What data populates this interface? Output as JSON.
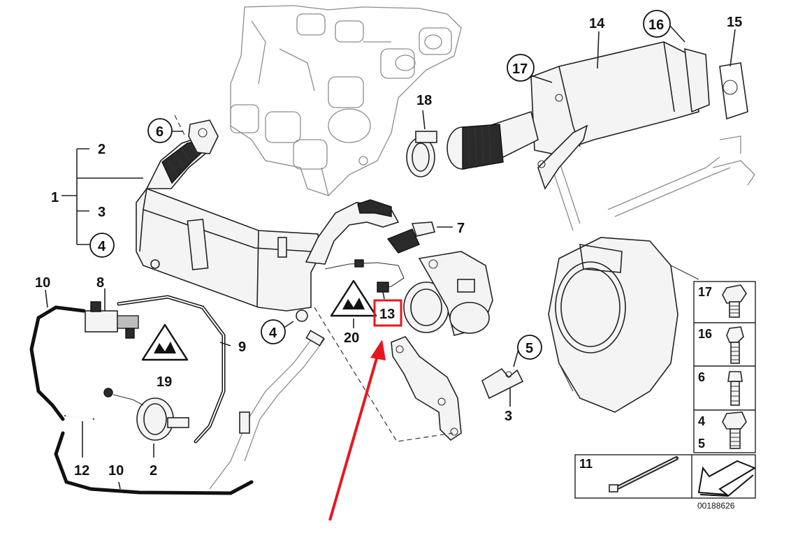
{
  "callouts": {
    "c1": "1",
    "c2a": "2",
    "c3a": "3",
    "c4a": "4",
    "c2b": "2",
    "c3b": "3",
    "c4b": "4",
    "c5": "5",
    "c6": "6",
    "c7": "7",
    "c8": "8",
    "c9": "9",
    "c10a": "10",
    "c10b": "10",
    "c11": "11",
    "c12": "12",
    "c13": "13",
    "c14": "14",
    "c15": "15",
    "c16": "16",
    "c17": "17",
    "c18": "18",
    "c19": "19",
    "c20": "20"
  },
  "table": {
    "r17": "17",
    "r16": "16",
    "r6": "6",
    "r4": "4",
    "r5": "5"
  },
  "box11": {
    "label": "11"
  },
  "reference_code": "00188626",
  "colors": {
    "highlight": "#e8171f",
    "line": "#222222",
    "background": "#ffffff"
  }
}
